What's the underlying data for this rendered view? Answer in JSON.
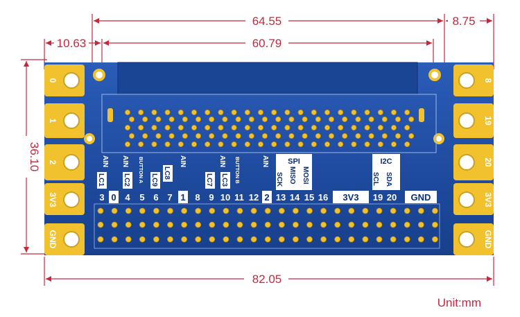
{
  "dimensions": {
    "top_total": "64.55",
    "top_right": "8.75",
    "top_inner": "60.79",
    "top_left": "10.63",
    "left_height": "36.10",
    "bottom_width": "82.05"
  },
  "unit": "Unit:mm",
  "left_pads": [
    "0",
    "1",
    "2",
    "3V3",
    "GND"
  ],
  "right_pads": [
    "8",
    "19",
    "20",
    "3V3",
    "GND"
  ],
  "pin_numbers": {
    "p3": "3",
    "p0": "0",
    "p4": "4",
    "p5": "5",
    "p6": "6",
    "p7": "7",
    "p1": "1",
    "p8": "8",
    "p9": "9",
    "p10": "10",
    "p11": "11",
    "p12": "12",
    "p2": "2",
    "p13": "13",
    "p14": "14",
    "p15": "15",
    "p16": "16",
    "p3v3": "3V3",
    "p19": "19",
    "p20": "20",
    "pgnd": "GND"
  },
  "pin_functions": {
    "ain": "AIN",
    "lc1": "LC1",
    "lc2": "LC2",
    "button_a": "BUTTON A",
    "lc9": "LC9",
    "lc8": "LC8",
    "lc7": "LC7",
    "lc3": "LC3",
    "button_b": "BUTTON B",
    "spi": "SPI",
    "sck": "SCK",
    "miso": "MISO",
    "mosi": "MOSI",
    "i2c": "I2C",
    "scl": "SCL",
    "sda": "SDA"
  },
  "colors": {
    "pcb": "#1d4aa0",
    "gold": "#f2c12e",
    "dimension": "#c5283d",
    "label_box": "#ffffff"
  }
}
